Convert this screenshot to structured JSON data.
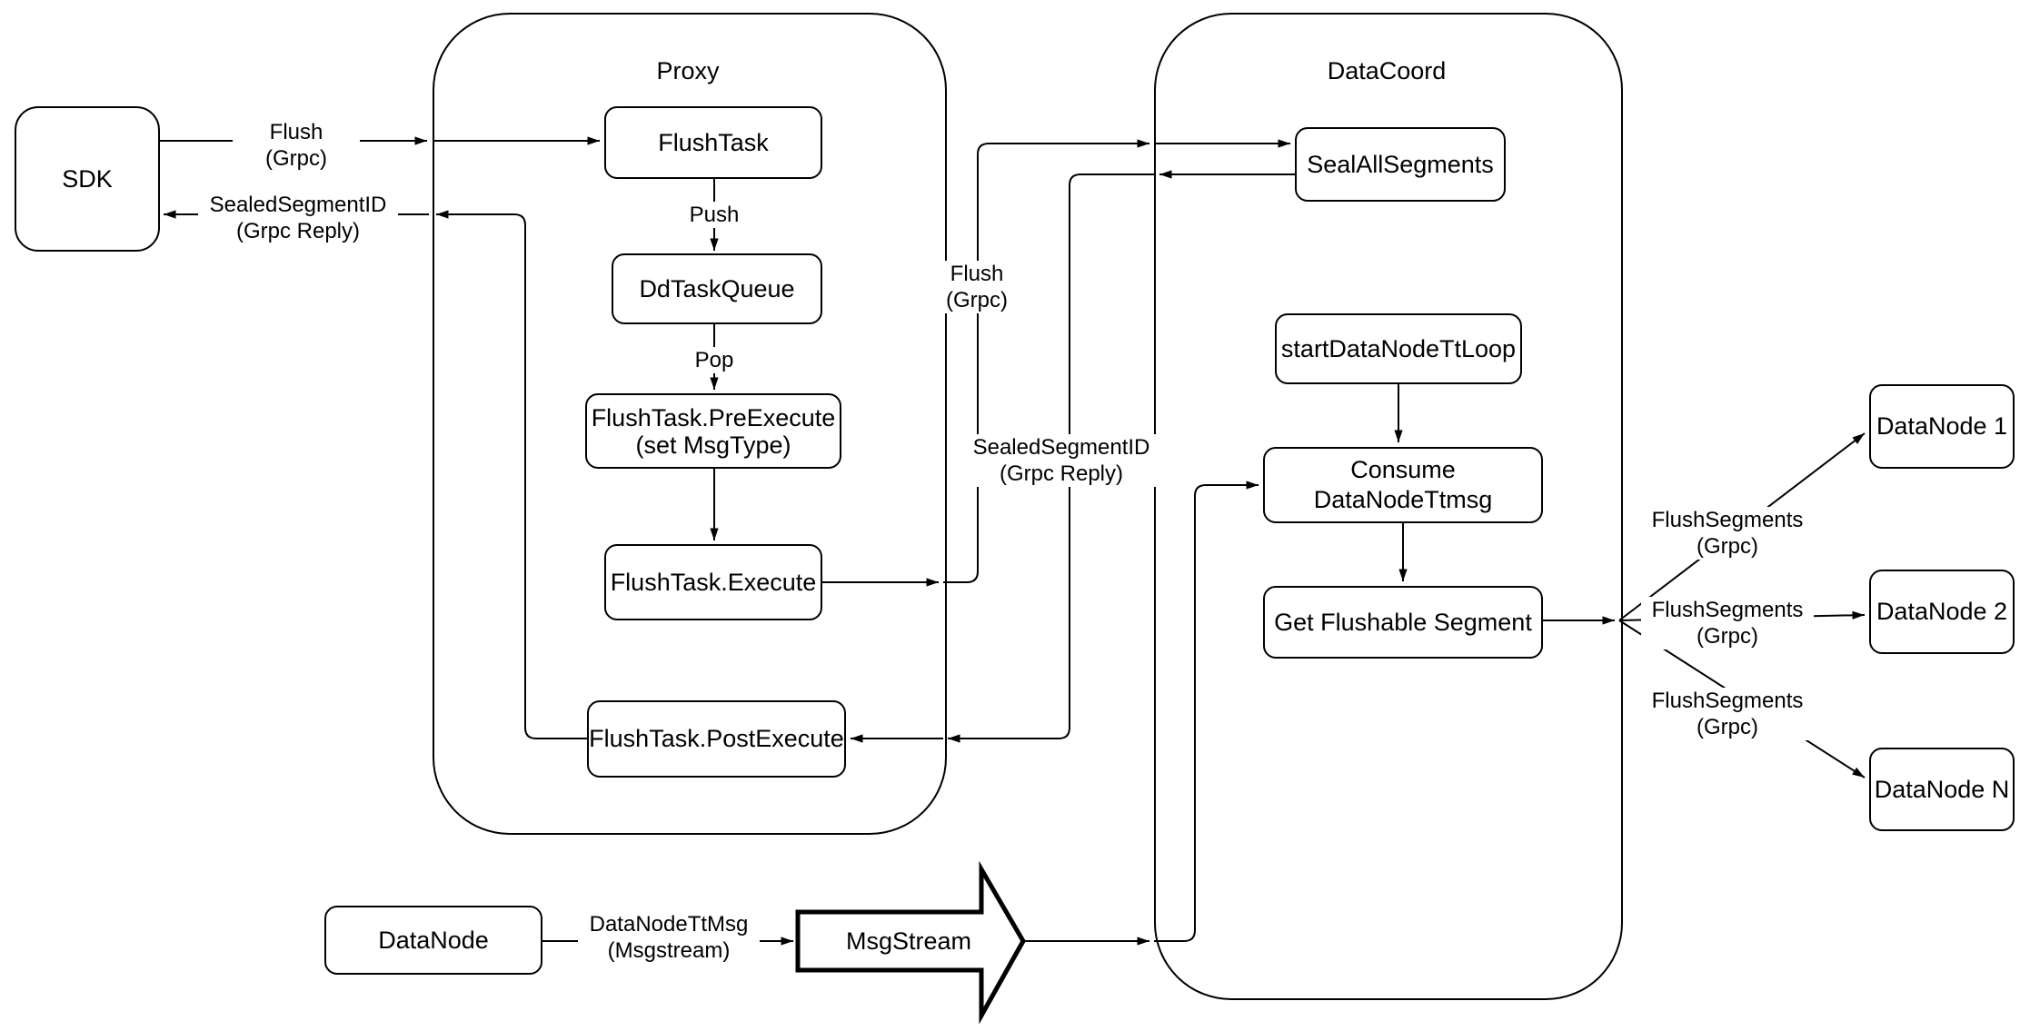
{
  "colors": {
    "stroke": "#000000",
    "background": "#ffffff"
  },
  "containers": {
    "proxy": "Proxy",
    "datacoord": "DataCoord"
  },
  "nodes": {
    "sdk": "SDK",
    "flush_task": "FlushTask",
    "dd_task_queue": "DdTaskQueue",
    "pre_execute": {
      "line1": "FlushTask.PreExecute",
      "line2": "(set MsgType)"
    },
    "execute": "FlushTask.Execute",
    "post_execute": "FlushTask.PostExecute",
    "seal_all_segments": "SealAllSegments",
    "start_datanode_tt_loop": "startDataNodeTtLoop",
    "consume_datanode_ttmsg": "Consume DataNodeTtmsg",
    "get_flushable_segment": "Get Flushable Segment",
    "datanode_1": "DataNode 1",
    "datanode_2": "DataNode 2",
    "datanode_n": "DataNode N",
    "datanode": "DataNode",
    "msgstream": "MsgStream"
  },
  "edge_labels": {
    "flush_grpc_left": {
      "line1": "Flush",
      "line2": "(Grpc)"
    },
    "sealed_segment_id_left": {
      "line1": "SealedSegmentID",
      "line2": "(Grpc Reply)"
    },
    "push": "Push",
    "pop": "Pop",
    "flush_grpc_mid": {
      "line1": "Flush",
      "line2": "(Grpc)"
    },
    "sealed_segment_id_mid": {
      "line1": "SealedSegmentID",
      "line2": "(Grpc Reply)"
    },
    "flush_segments_1": {
      "line1": "FlushSegments",
      "line2": "(Grpc)"
    },
    "flush_segments_2": {
      "line1": "FlushSegments",
      "line2": "(Grpc)"
    },
    "flush_segments_3": {
      "line1": "FlushSegments",
      "line2": "(Grpc)"
    },
    "datanode_tt_msg": {
      "line1": "DataNodeTtMsg",
      "line2": "(Msgstream)"
    }
  }
}
